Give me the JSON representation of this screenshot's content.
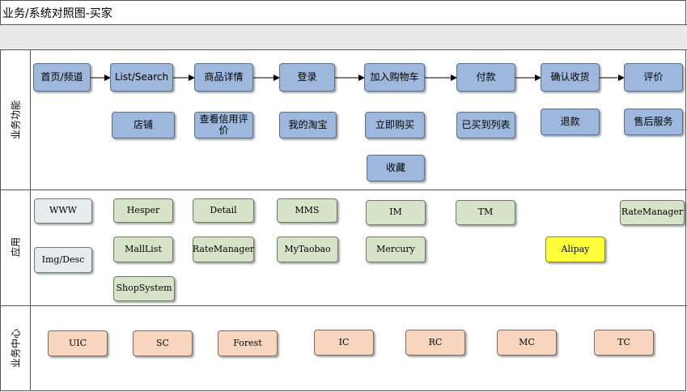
{
  "title": "业务/系统对照图-买家",
  "lanes": {
    "business": "业务功能",
    "app": "应用",
    "center": "业务中心"
  },
  "flow": [
    "首页/频道",
    "List/Search",
    "商品详情",
    "登录",
    "加入购物车",
    "付款",
    "确认收货",
    "评价"
  ],
  "secondary": [
    "店铺",
    "查看信用评价",
    "我的淘宝",
    "立即购买",
    "已买到列表",
    "退款",
    "售后服务"
  ],
  "tertiary": [
    "收藏"
  ],
  "apps": {
    "www": "WWW",
    "imgdesc": "Img/Desc",
    "hesper": "Hesper",
    "malllist": "MallList",
    "shopsystem": "ShopSystem",
    "detail": "Detail",
    "ratemanager1": "RateManager",
    "mms": "MMS",
    "mytaobao": "MyTaobao",
    "im": "IM",
    "mercury": "Mercury",
    "tm": "TM",
    "alipay": "Alipay",
    "ratemanager2": "RateManager"
  },
  "centers": [
    "UIC",
    "SC",
    "Forest",
    "IC",
    "RC",
    "MC",
    "TC"
  ],
  "colors": {
    "business_fill": "#9db8dc",
    "app_gray_fill": "#e6ebed",
    "app_green_fill": "#d6e3c9",
    "app_highlight_fill": "#ffff3a",
    "center_fill": "#f8d5bf"
  }
}
